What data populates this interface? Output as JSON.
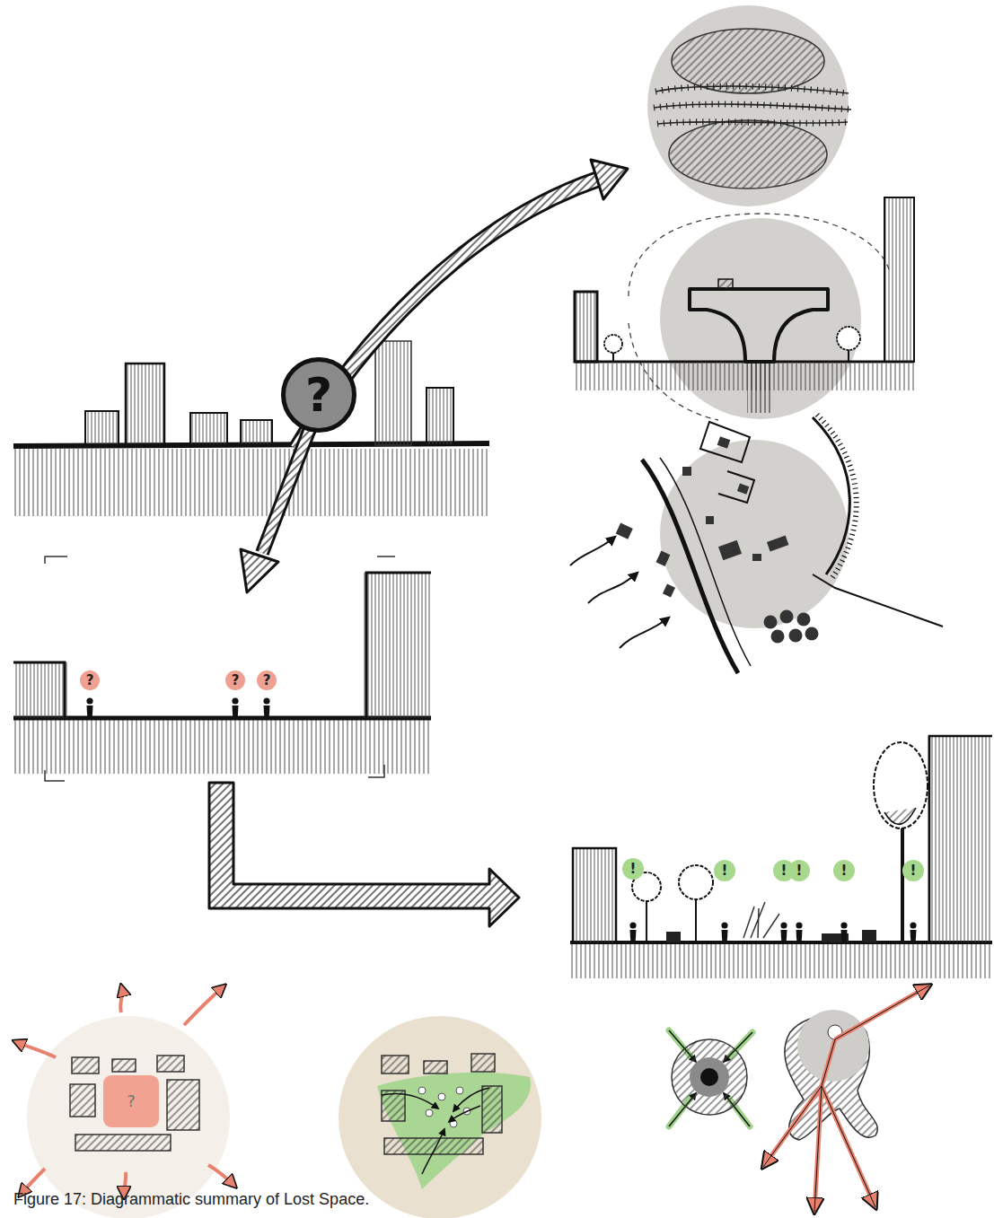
{
  "diagram": {
    "caption": "Figure 17: Diagrammatic summary of Lost Space.",
    "nodes": [
      {
        "text": [
          "?"
        ]
      },
      {
        "text": [
          "?"
        ]
      },
      {
        "text": [
          "?"
        ]
      },
      {
        "text": [
          "?"
        ]
      },
      {
        "text": [
          "!"
        ]
      },
      {
        "text": [
          "!"
        ]
      },
      {
        "text": [
          "!"
        ]
      },
      {
        "text": [
          "!"
        ]
      },
      {
        "text": [
          "!"
        ]
      },
      {
        "text": [
          "!"
        ]
      },
      {
        "text": [
          "?"
        ]
      }
    ]
  }
}
